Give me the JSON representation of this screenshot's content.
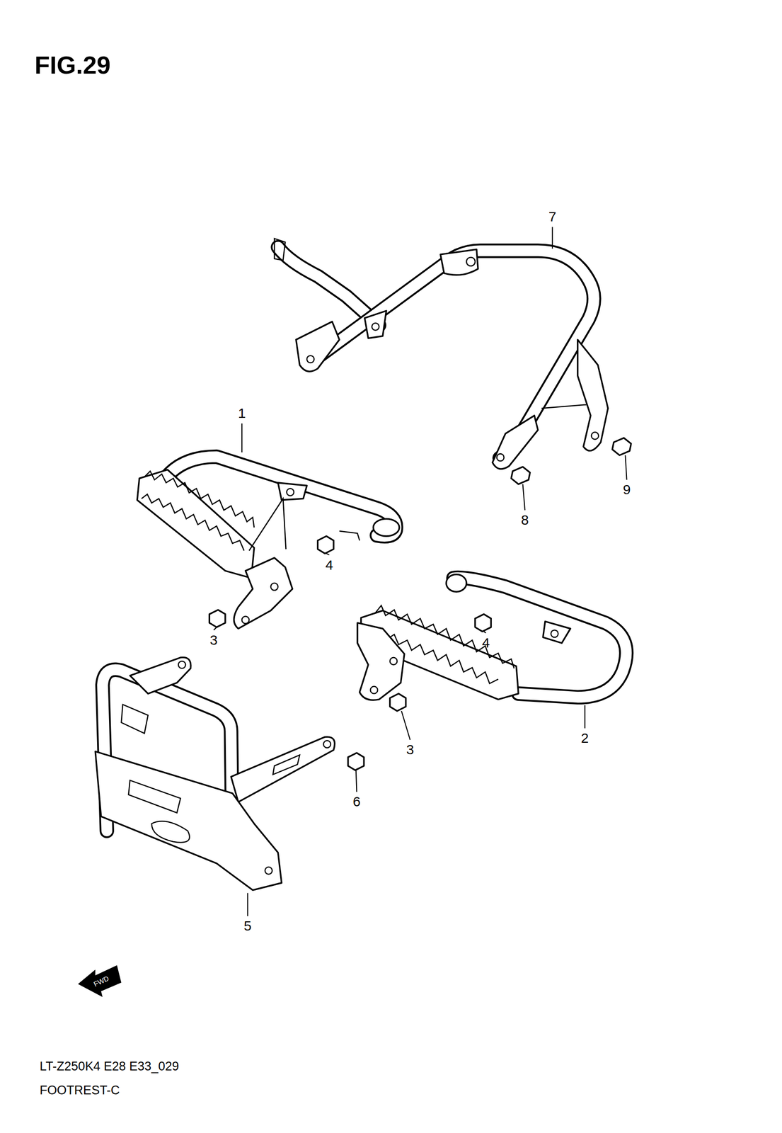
{
  "diagram": {
    "title": "FIG.29",
    "labels": [
      "7",
      "1",
      "9",
      "8",
      "4",
      "4",
      "3",
      "3",
      "2",
      "6",
      "5",
      "FWD",
      "LT-Z250K4 E28 E33_029",
      "FOOTREST-C"
    ]
  }
}
